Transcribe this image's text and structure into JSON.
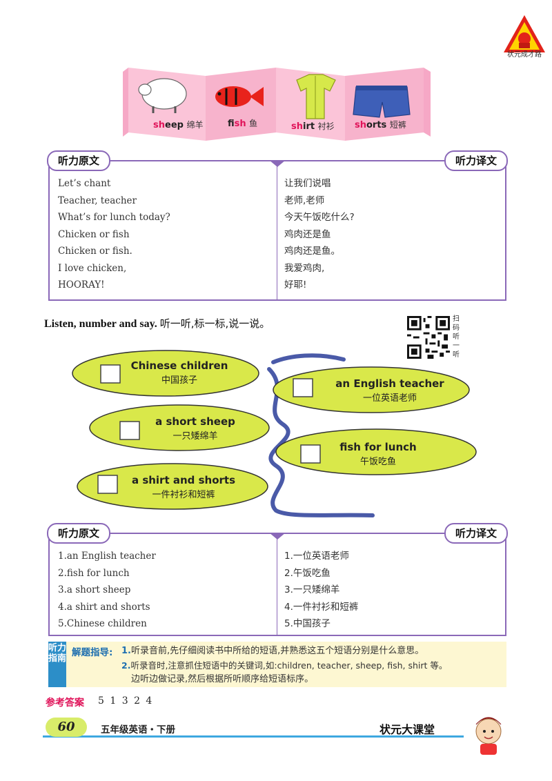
{
  "logo": {
    "text": "状元成才路"
  },
  "flashcards": [
    {
      "hl": "sh",
      "rest": "eep",
      "zh": "绵羊",
      "icon": "sheep-icon"
    },
    {
      "hl": "",
      "pre": "fi",
      "hl2": "sh",
      "rest": "",
      "zh": "鱼",
      "icon": "fish-icon"
    },
    {
      "hl": "sh",
      "rest": "irt",
      "zh": "衬衫",
      "icon": "shirt-icon"
    },
    {
      "hl": "sh",
      "rest": "orts",
      "zh": "短裤",
      "icon": "shorts-icon"
    }
  ],
  "box1": {
    "left_tag": "听力原文",
    "right_tag": "听力译文",
    "en": [
      "Let’s chant",
      "Teacher, teacher",
      "What’s for lunch today?",
      "Chicken or fish",
      "Chicken or fish.",
      "I love chicken,",
      "HOORAY!"
    ],
    "zh": [
      "让我们说唱",
      "老师,老师",
      "今天午饭吃什么?",
      "鸡肉还是鱼",
      "鸡肉还是鱼。",
      "我爱鸡肉,",
      "好耶!"
    ]
  },
  "exercise": {
    "title_en": "Listen, number and say.",
    "title_zh": "听一听,标一标,说一说。",
    "qr_text": "扫码听一听",
    "ovals": [
      {
        "en": "Chinese children",
        "zh": "中国孩子"
      },
      {
        "en": "an English teacher",
        "zh": "一位英语老师"
      },
      {
        "en": "a short sheep",
        "zh": "一只矮绵羊"
      },
      {
        "en": "fish for lunch",
        "zh": "午饭吃鱼"
      },
      {
        "en": "a shirt and shorts",
        "zh": "一件衬衫和短裤"
      }
    ]
  },
  "box2": {
    "left_tag": "听力原文",
    "right_tag": "听力译文",
    "en": [
      "1.an English teacher",
      "2.fish for lunch",
      "3.a short sheep",
      "4.a shirt and shorts",
      "5.Chinese children"
    ],
    "zh": [
      "1.一位英语老师",
      "2.午饭吃鱼",
      "3.一只矮绵羊",
      "4.一件衬衫和短裤",
      "5.中国孩子"
    ]
  },
  "guide": {
    "side": "听力指南",
    "head": "解题指导:",
    "n1": "1.",
    "line1": "听录音前,先仔细阅读书中所给的短语,并熟悉这五个短语分别是什么意思。",
    "n2": "2.",
    "line2": "听录音时,注意抓住短语中的关键词,如:children, teacher, sheep, fish, shirt 等。",
    "line3": "边听边做记录,然后根据所听顺序给短语标序。"
  },
  "answer": {
    "label": "参考答案",
    "values": "5 1 3 2 4"
  },
  "footer": {
    "page": "60",
    "book": "五年级英语・下册",
    "brand": "状元大课堂"
  }
}
